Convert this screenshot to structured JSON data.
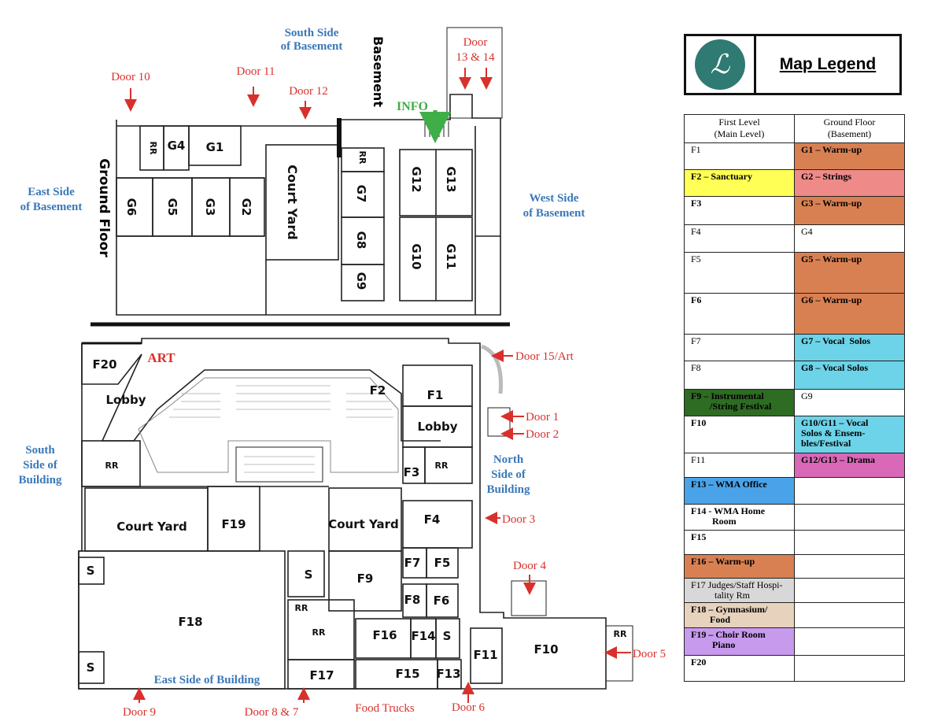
{
  "map": {
    "doors": {
      "d10": "Door 10",
      "d11": "Door 11",
      "d12": "Door 12",
      "d13a": "Door",
      "d13b": "13 & 14",
      "d15": "Door 15/Art",
      "d1": "Door 1",
      "d2": "Door 2",
      "d3": "Door 3",
      "d4": "Door 4",
      "d5": "Door 5",
      "d6": "Door 6",
      "d87": "Door 8  & 7",
      "d9": "Door 9"
    },
    "sides": {
      "south_basement_1": "South Side",
      "south_basement_2": "of  Basement",
      "east_basement_1": "East Side",
      "east_basement_2": "of  Basement",
      "west_basement_1": "West Side",
      "west_basement_2": "of  Basement",
      "south_building_1": "South",
      "south_building_2": "Side of",
      "south_building_3": "Building",
      "north_building_1": "North",
      "north_building_2": "Side of",
      "north_building_3": "Building",
      "east_building": "East Side of Building"
    },
    "labels": {
      "basement": "Basement",
      "ground_floor": "Ground Floor",
      "info": "INFO",
      "art": "ART",
      "food_trucks": "Food Trucks"
    },
    "rooms": {
      "G1": "G1",
      "G2": "G2",
      "G3": "G3",
      "G4": "G4",
      "G5": "G5",
      "G6": "G6",
      "G7": "G7",
      "G8": "G8",
      "G9": "G9",
      "G10": "G10",
      "G11": "G11",
      "G12": "G12",
      "G13": "G13",
      "F1": "F1",
      "F2": "F2",
      "F3": "F3",
      "F4": "F4",
      "F5": "F5",
      "F6": "F6",
      "F7": "F7",
      "F8": "F8",
      "F9": "F9",
      "F10": "F10",
      "F11": "F11",
      "F13": "F13",
      "F14": "F14",
      "F15": "F15",
      "F16": "F16",
      "F17": "F17",
      "F18": "F18",
      "F19": "F19",
      "F20": "F20",
      "rr": "RR",
      "s": "S",
      "courtyard": "Court Yard",
      "lobby": "Lobby"
    }
  },
  "legend": {
    "title": "Map Legend",
    "logo_glyph": "ℒ",
    "col1_header_1": "First Level",
    "col1_header_2": "(Main Level)",
    "col2_header_1": "Ground Floor",
    "col2_header_2": "(Basement)",
    "rows": [
      {
        "f": "F1",
        "fb": false,
        "fc": "#ffffff",
        "g": "G1 – Warm-up",
        "gb": true,
        "gc": "#d98052",
        "h": 34
      },
      {
        "f": "F2 – Sanctuary",
        "fb": true,
        "fc": "#ffff55",
        "g": "G2 – Strings",
        "gb": true,
        "gc": "#ee8a88",
        "h": 34
      },
      {
        "f": "F3",
        "fb": true,
        "fc": "#ffffff",
        "g": "G3 – Warm-up",
        "gb": true,
        "gc": "#d98052",
        "h": 36
      },
      {
        "f": "F4",
        "fb": false,
        "fc": "#ffffff",
        "g": "G4",
        "gb": false,
        "gc": "#ffffff",
        "h": 35
      },
      {
        "f": "F5",
        "fb": false,
        "fc": "#ffffff",
        "g": "G5 – Warm-up",
        "gb": true,
        "gc": "#d98052",
        "h": 52
      },
      {
        "f": "F6",
        "fb": true,
        "fc": "#ffffff",
        "g": "G6 – Warm-up",
        "gb": true,
        "gc": "#d98052",
        "h": 52
      },
      {
        "f": "F7",
        "fb": false,
        "fc": "#ffffff",
        "g": "G7 – Vocal  Solos",
        "gb": true,
        "gc": "#6dd3e8",
        "h": 34
      },
      {
        "f": "F8",
        "fb": false,
        "fc": "#ffffff",
        "g": "G8 – Vocal Solos",
        "gb": true,
        "gc": "#6dd3e8",
        "h": 36
      },
      {
        "f": "F9 – Instrumental\n        /String Festival",
        "fb": true,
        "fc": "#2e6b23",
        "g": "G9",
        "gb": false,
        "gc": "#ffffff",
        "h": 34
      },
      {
        "f": "F10",
        "fb": true,
        "fc": "#ffffff",
        "g": "G10/G11 – Vocal\nSolos & Ensem-\nbles/Festival",
        "gb": true,
        "gc": "#6dd3e8",
        "h": 47
      },
      {
        "f": "F11",
        "fb": false,
        "fc": "#ffffff",
        "g": "G12/G13 – Drama",
        "gb": true,
        "gc": "#d968b8",
        "h": 31
      },
      {
        "f": "F13 – WMA Office",
        "fb": true,
        "fc": "#4aa3e8",
        "g": "",
        "gb": false,
        "gc": "#ffffff",
        "h": 34
      },
      {
        "f": "F14 - WMA Home\n         Room",
        "fb": true,
        "fc": "#ffffff",
        "g": "",
        "gb": false,
        "gc": "#ffffff",
        "h": 33
      },
      {
        "f": "F15",
        "fb": true,
        "fc": "#ffffff",
        "g": "",
        "gb": false,
        "gc": "#ffffff",
        "h": 31
      },
      {
        "f": "F16 – Warm-up",
        "fb": true,
        "fc": "#d98052",
        "g": "",
        "gb": false,
        "gc": "#ffffff",
        "h": 30
      },
      {
        "f": "F17 Judges/Staff Hospi-\n          tality Rm",
        "fb": false,
        "fc": "#d8d8d8",
        "g": "",
        "gb": false,
        "gc": "#ffffff",
        "h": 30
      },
      {
        "f": "F18 – Gymnasium/\n        Food",
        "fb": true,
        "fc": "#e7d2bd",
        "g": "",
        "gb": false,
        "gc": "#ffffff",
        "h": 32
      },
      {
        "f": "F19 – Choir Room\n         Piano",
        "fb": true,
        "fc": "#c79aee",
        "g": "",
        "gb": false,
        "gc": "#ffffff",
        "h": 35
      },
      {
        "f": "F20",
        "fb": true,
        "fc": "#ffffff",
        "g": "",
        "gb": false,
        "gc": "#ffffff",
        "h": 33
      }
    ]
  }
}
